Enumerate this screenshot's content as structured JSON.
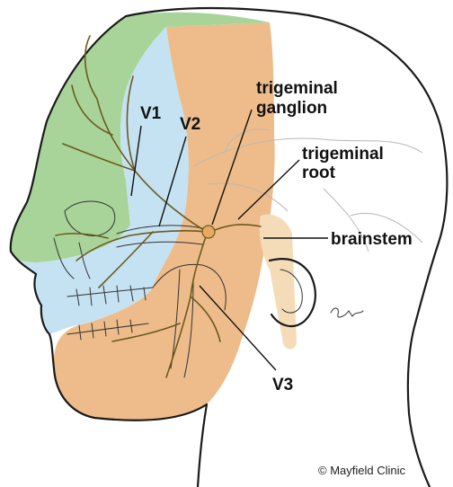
{
  "labels": {
    "v1": "V1",
    "v2": "V2",
    "v3": "V3",
    "ganglion_line1": "trigeminal",
    "ganglion_line2": "ganglion",
    "root_line1": "trigeminal",
    "root_line2": "root",
    "brainstem": "brainstem"
  },
  "copyright": "© Mayfield Clinic",
  "colors": {
    "v1_region": "#a8d49a",
    "v2_region": "#c5e2f2",
    "v3_region": "#eebc8a",
    "brainstem": "#f5dcb8",
    "nerve": "#6b5a1e",
    "outline": "#1a1a1a"
  }
}
